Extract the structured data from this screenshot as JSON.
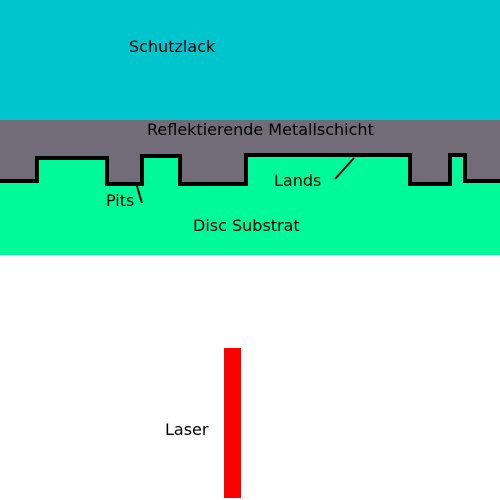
{
  "labels": {
    "protective_layer": "Schutzlack",
    "metal_layer": "Reflektierende Metallschicht",
    "lands": "Lands",
    "pits": "Pits",
    "substrate": "Disc Substrat",
    "laser": "Laser"
  },
  "colors": {
    "protective_layer": "#00c5cd",
    "metal_layer": "#726b78",
    "substrate": "#00fa9a",
    "laser": "#ff0000",
    "outline": "#000000",
    "background": "#ffffff"
  }
}
